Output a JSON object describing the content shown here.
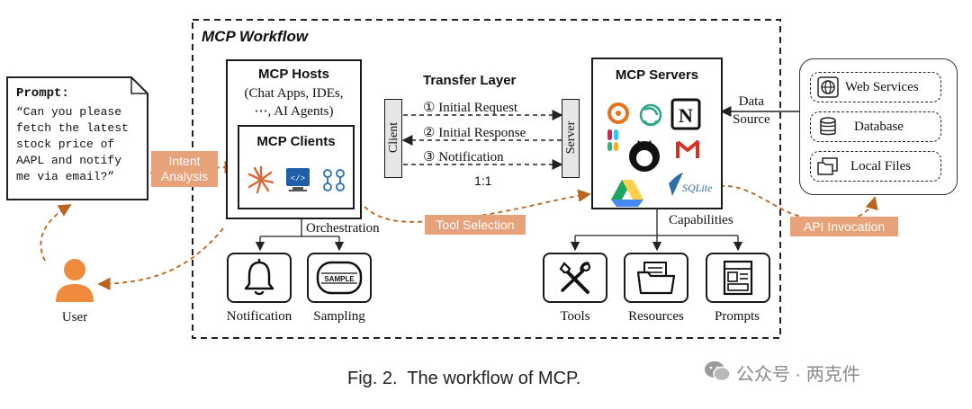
{
  "workflow": {
    "title": "MCP Workflow",
    "hosts": {
      "title": "MCP Hosts",
      "subtitle": "(Chat Apps, IDEs, ⋯, AI Agents)"
    },
    "clients": {
      "title": "MCP Clients"
    },
    "transfer": {
      "title": "Transfer Layer",
      "client_label": "Client",
      "server_label": "Server",
      "messages": [
        "① Initial Request",
        "② Initial Response",
        "③ Notification"
      ],
      "ratio": "1:1"
    },
    "servers": {
      "title": "MCP Servers",
      "sqlite_label": "SQLite"
    },
    "orchestration": "Orchestration",
    "capabilities": "Capabilities",
    "host_outputs": [
      {
        "label": "Notification",
        "icon": "bell-icon"
      },
      {
        "label": "Sampling",
        "icon": "sample-stamp-icon",
        "stamp_text": "SAMPLE"
      }
    ],
    "server_outputs": [
      {
        "label": "Tools",
        "icon": "tools-icon"
      },
      {
        "label": "Resources",
        "icon": "folder-icon"
      },
      {
        "label": "Prompts",
        "icon": "prompt-template-icon"
      }
    ]
  },
  "prompt": {
    "heading": "Prompt:",
    "text_lines": [
      "“Can you please",
      "fetch the latest",
      "stock price of",
      "AAPL and notify",
      "me via email?”"
    ]
  },
  "user": {
    "label": "User"
  },
  "tags": {
    "intent": [
      "Intent",
      "Analysis"
    ],
    "tool_selection": "Tool Selection",
    "api_invocation": "API Invocation"
  },
  "data_source": {
    "label_lines": [
      "Data",
      "Source"
    ],
    "items": [
      "Web Services",
      "Database",
      "Local Files"
    ]
  },
  "caption": "Fig. 2.  The workflow of MCP.",
  "watermark": "公众号 · 两克件",
  "colors": {
    "orange": "#e8a27a",
    "dash_orange": "#b8651f",
    "user": "#f08a3c"
  }
}
